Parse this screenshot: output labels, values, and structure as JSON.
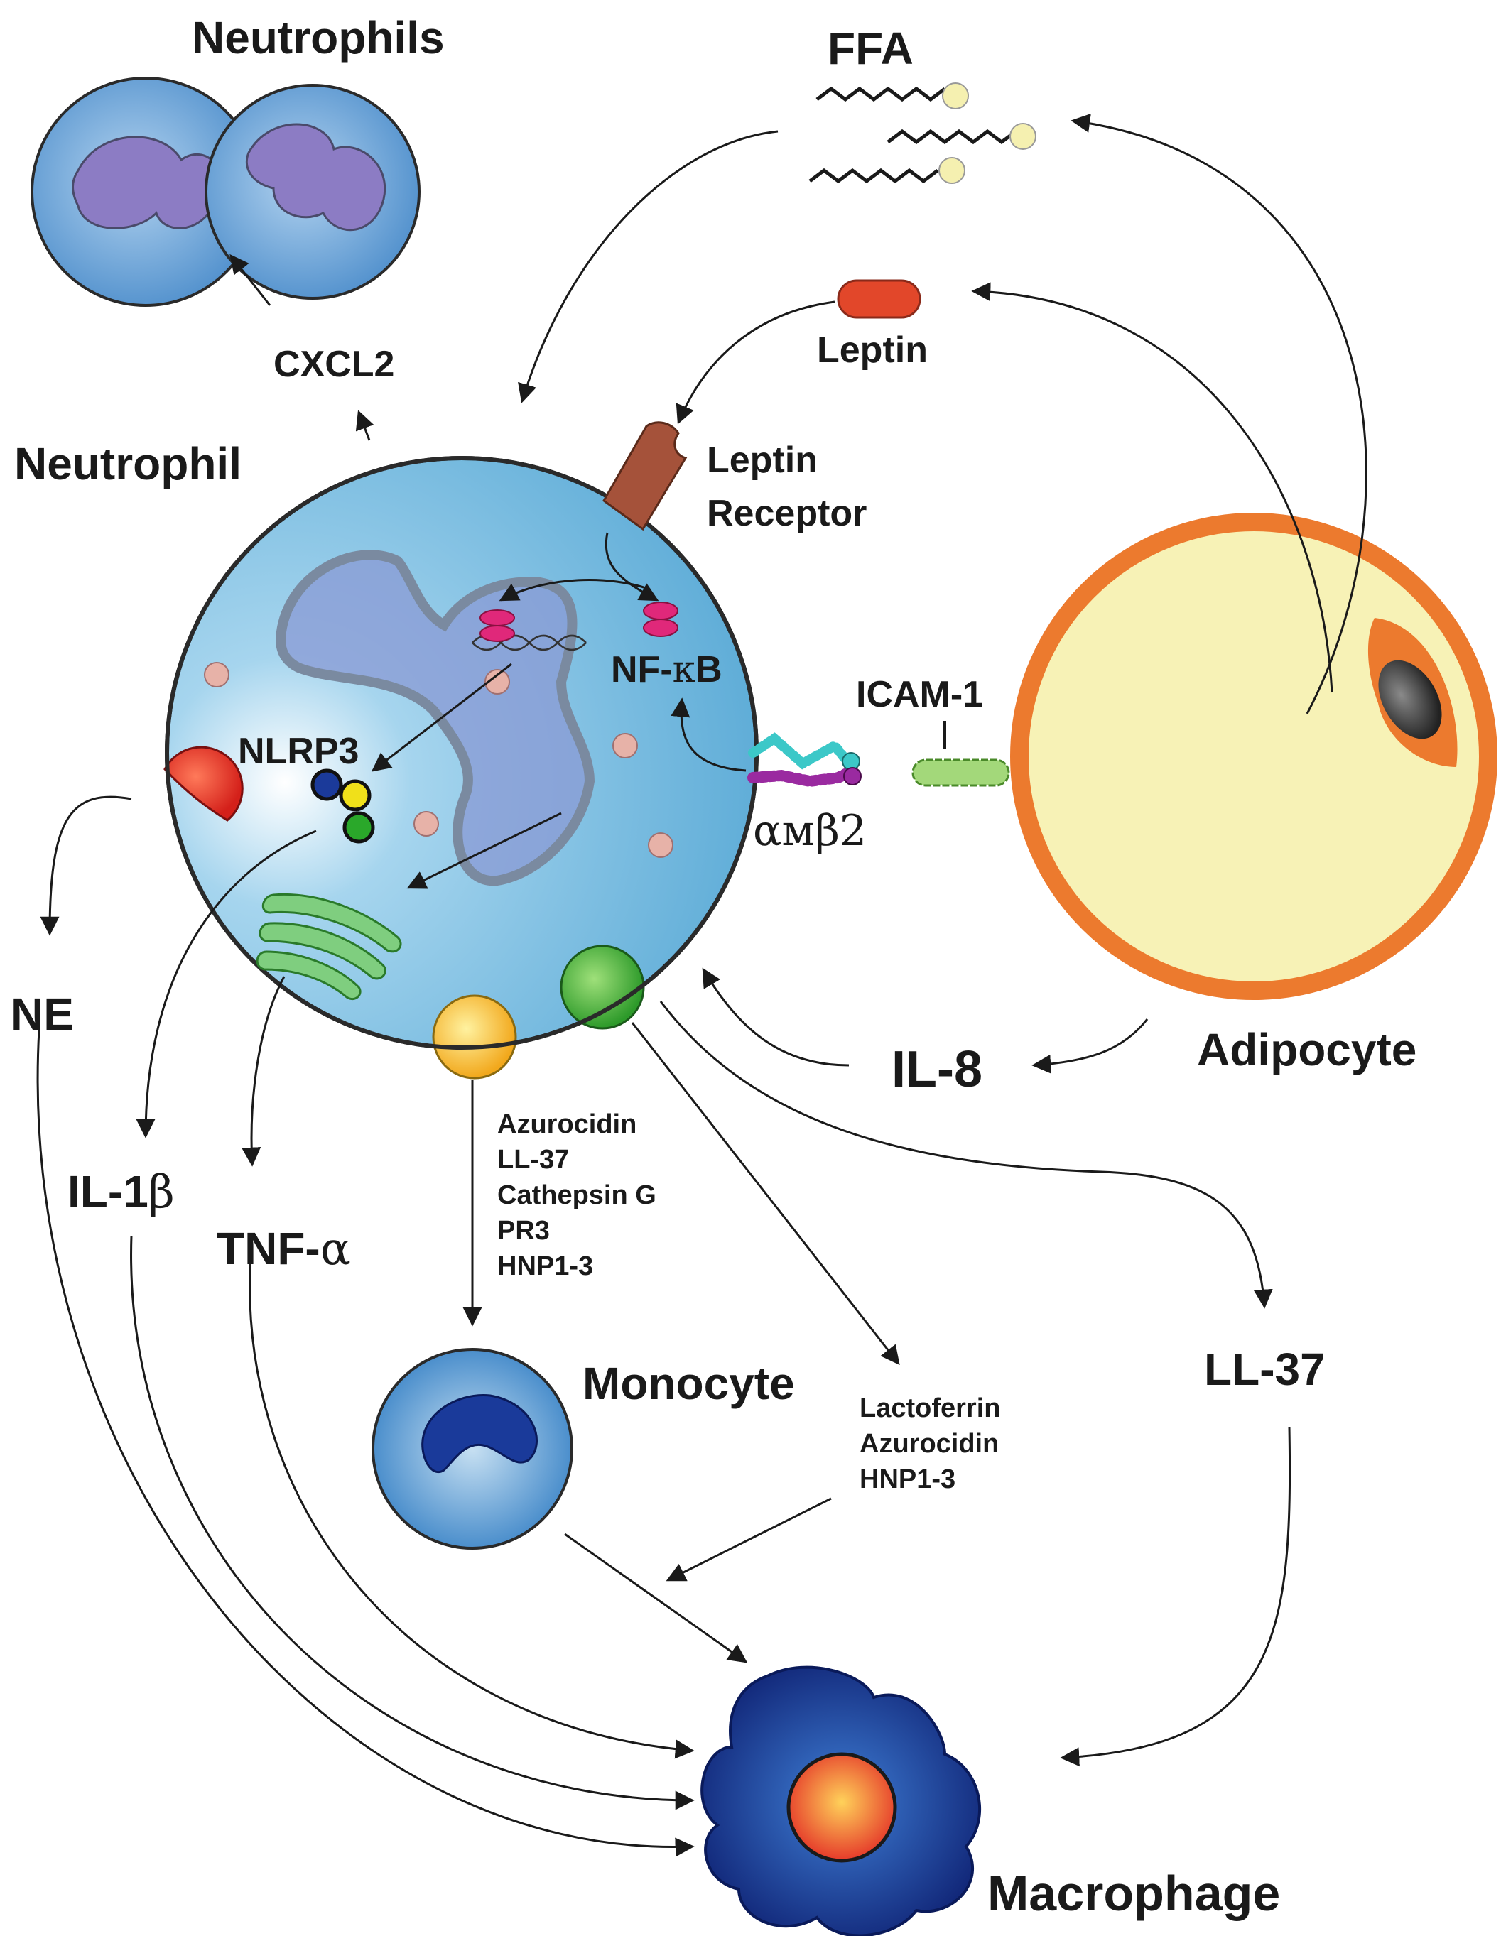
{
  "labels": {
    "neutrophils": "Neutrophils",
    "ffa": "FFA",
    "cxcl2": "CXCL2",
    "leptin": "Leptin",
    "neutrophil": "Neutrophil",
    "leptin_receptor_1": "Leptin",
    "leptin_receptor_2": "Receptor",
    "nf_kb_prefix": "NF-",
    "nf_kb_greek": "κ",
    "nf_kb_suffix": "B",
    "nlrp3": "NLRP3",
    "icam1": "ICAM-1",
    "amb2": "αмβ2",
    "ne": "NE",
    "il1b_prefix": "IL-1",
    "il1b_greek": "β",
    "tnfa_prefix": "TNF-",
    "tnfa_greek": "α",
    "il8": "IL-8",
    "adipocyte": "Adipocyte",
    "monocyte": "Monocyte",
    "ll37": "LL-37",
    "macrophage": "Macrophage"
  },
  "granule_list_1": [
    "Azurocidin",
    "LL-37",
    "Cathepsin G",
    "PR3",
    "HNP1-3"
  ],
  "granule_list_2": [
    "Lactoferrin",
    "Azurocidin",
    "HNP1-3"
  ],
  "colors": {
    "neutrophil_fill": "#6cb7dd",
    "adipocyte_border": "#ec7a2e",
    "adipocyte_fill": "#f7f2b6",
    "leptin": "#e2472a",
    "nfkb": "#e0287a",
    "macrophage": "#1a3f9e"
  }
}
